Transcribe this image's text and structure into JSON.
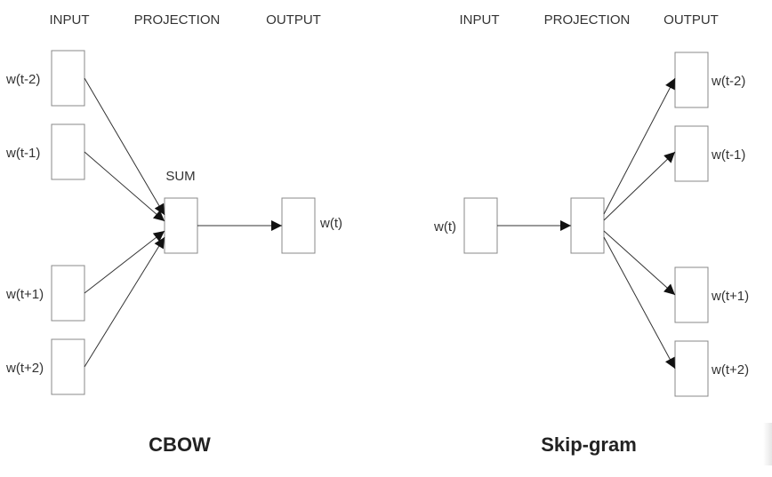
{
  "cbow": {
    "headers": {
      "input": "INPUT",
      "projection": "PROJECTION",
      "output": "OUTPUT"
    },
    "sum_label": "SUM",
    "inputs": [
      "w(t-2)",
      "w(t-1)",
      "w(t+1)",
      "w(t+2)"
    ],
    "output": "w(t)",
    "title": "CBOW"
  },
  "skipgram": {
    "headers": {
      "input": "INPUT",
      "projection": "PROJECTION",
      "output": "OUTPUT"
    },
    "input": "w(t)",
    "outputs": [
      "w(t-2)",
      "w(t-1)",
      "w(t+1)",
      "w(t+2)"
    ],
    "title": "Skip-gram"
  },
  "colors": {
    "box_stroke": "#888888",
    "arrow": "#333333",
    "text": "#333333"
  }
}
